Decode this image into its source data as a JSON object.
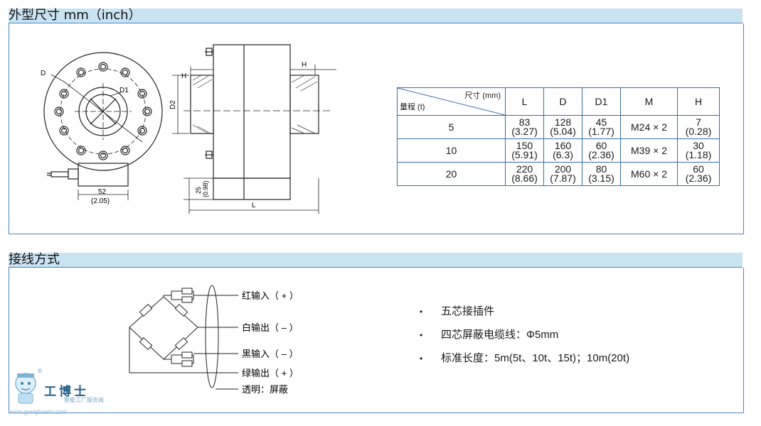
{
  "sections": {
    "dimensions_title": "外型尺寸 mm（inch）",
    "wiring_title": "接线方式"
  },
  "drawing": {
    "front": {
      "label_d": "D",
      "label_d1": "D1",
      "dim_value": "52",
      "dim_inch": "(2.05)"
    },
    "side": {
      "label_h": "H",
      "label_d2": "D2",
      "label_25": "25",
      "label_098": "(0.98)",
      "label_l": "L",
      "label_h_right": "H"
    }
  },
  "table": {
    "corner_top": "尺寸 (mm)",
    "corner_bottom": "量程 (t)",
    "headers": [
      "L",
      "D",
      "D1",
      "M",
      "H"
    ],
    "rows": [
      {
        "range": "5",
        "L": [
          "83",
          "(3.27)"
        ],
        "D": [
          "128",
          "(5.04)"
        ],
        "D1": [
          "45",
          "(1.77)"
        ],
        "M": "M24 × 2",
        "H": [
          "7",
          "(0.28)"
        ]
      },
      {
        "range": "10",
        "L": [
          "150",
          "(5.91)"
        ],
        "D": [
          "160",
          "(6.3)"
        ],
        "D1": [
          "60",
          "(2.36)"
        ],
        "M": "M39 × 2",
        "H": [
          "30",
          "(1.18)"
        ]
      },
      {
        "range": "20",
        "L": [
          "220",
          "(8.66)"
        ],
        "D": [
          "200",
          "(7.87)"
        ],
        "D1": [
          "80",
          "(3.15)"
        ],
        "M": "M60 × 2",
        "H": [
          "60",
          "(2.36)"
        ]
      }
    ]
  },
  "wiring": {
    "wires": [
      "红输入（ + ）",
      "白输出（ – ）",
      "黑输入（ – ）",
      "绿输出（ + ）",
      "透明：屏蔽"
    ]
  },
  "bullets": {
    "dot": "•",
    "items": [
      "五芯接插件",
      "四芯屏蔽电缆线：Φ5mm",
      "标准长度：5m(5t、10t、15t)；10m(20t)"
    ]
  },
  "watermark": {
    "brand": "工博士",
    "sub": "智能工厂服务商",
    "url": "www.gongboshi.com",
    "reg": "®"
  },
  "colors": {
    "bar_bg": "#c9e3f2",
    "border": "#4a86c0"
  }
}
